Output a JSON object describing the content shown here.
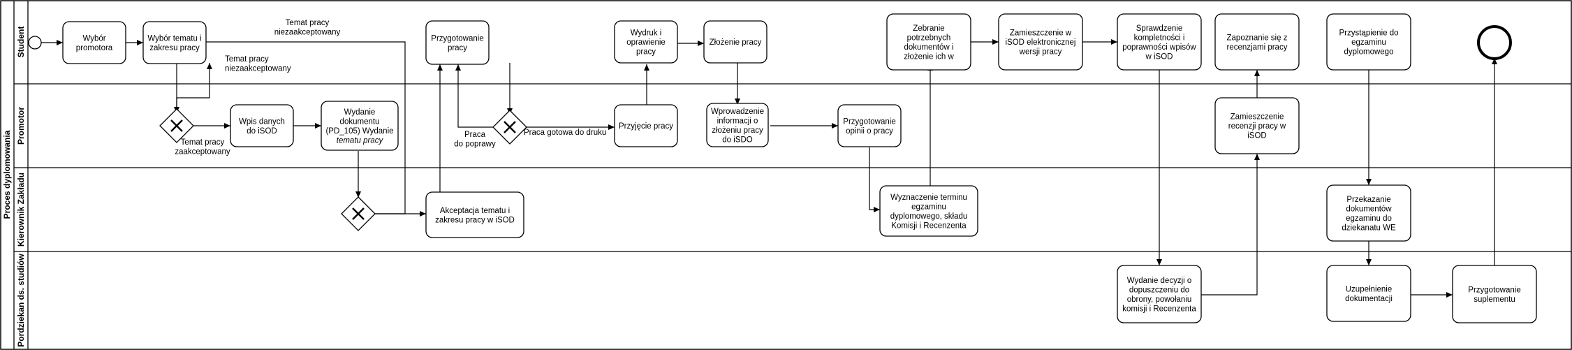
{
  "pool": {
    "title": "Proces dyplomowania"
  },
  "lanes": [
    {
      "id": "student",
      "label": "Student"
    },
    {
      "id": "promotor",
      "label": "Promotor"
    },
    {
      "id": "kierownik",
      "label": "Kierownik Zakładu"
    },
    {
      "id": "prodziekan",
      "label": "Pordziekan ds. studiów"
    }
  ],
  "tasks": [
    {
      "id": "t1",
      "lines": [
        "Wybór",
        "promotora"
      ]
    },
    {
      "id": "t2",
      "lines": [
        "Wybór tematu i",
        "zakresu pracy"
      ]
    },
    {
      "id": "t3",
      "lines": [
        "Wpis danych",
        "do iSOD"
      ]
    },
    {
      "id": "t4",
      "lines": [
        "Wydanie",
        "dokumentu",
        "(PD_105) Wydanie",
        "tematu pracy"
      ]
    },
    {
      "id": "t5",
      "lines": [
        "Akceptacja tematu i",
        "zakresu pracy w iSOD"
      ]
    },
    {
      "id": "t6",
      "lines": [
        "Przygotowanie",
        "pracy"
      ]
    },
    {
      "id": "t7",
      "lines": [
        "Przyjęcie pracy"
      ]
    },
    {
      "id": "t8",
      "lines": [
        "Wydruk i",
        "oprawienie",
        "pracy"
      ]
    },
    {
      "id": "t9",
      "lines": [
        "Złożenie pracy"
      ]
    },
    {
      "id": "t10",
      "lines": [
        "Wprowadzenie",
        "informacji o",
        "złożeniu pracy",
        "do iSDO"
      ]
    },
    {
      "id": "t11",
      "lines": [
        "Przygotowanie",
        "opinii o pracy"
      ]
    },
    {
      "id": "t12",
      "lines": [
        "Wyznaczenie terminu",
        "egzaminu",
        "dyplomowego, składu",
        "Komisji i Recenzenta"
      ]
    },
    {
      "id": "t13",
      "lines": [
        "Zebranie",
        "potrzebnych",
        "dokumentów i",
        "złożenie ich w"
      ]
    },
    {
      "id": "t14",
      "lines": [
        "Zamieszczenie w",
        "iSOD elektronicznej",
        "wersji pracy"
      ]
    },
    {
      "id": "t15",
      "lines": [
        "Sprawdzenie",
        "kompletności i",
        "poprawności wpisów",
        "w iSOD"
      ]
    },
    {
      "id": "t16",
      "lines": [
        "Wydanie decyzji o",
        "dopuszczeniu do",
        "obrony, powołaniu",
        "komisji i Recenzenta"
      ]
    },
    {
      "id": "t17",
      "lines": [
        "Zamieszczenie",
        "recenzji pracy w",
        "iSOD"
      ]
    },
    {
      "id": "t18",
      "lines": [
        "Zapoznanie się z",
        "recenzjami pracy"
      ]
    },
    {
      "id": "t19",
      "lines": [
        "Przystąpienie do",
        "egzaminu",
        "dyplomowego"
      ]
    },
    {
      "id": "t20",
      "lines": [
        "Przekazanie",
        "dokumentów",
        "egzaminu do",
        "dziekanatu WE"
      ]
    },
    {
      "id": "t21",
      "lines": [
        "Uzupełnienie",
        "dokumentacji"
      ]
    },
    {
      "id": "t22",
      "lines": [
        "Przygotowanie",
        "suplementu"
      ]
    }
  ],
  "labels": [
    {
      "id": "l1",
      "lines": [
        "Temat pracy",
        "niezaakceptowany"
      ]
    },
    {
      "id": "l2",
      "lines": [
        "Temat pracy",
        "niezaakceptowany"
      ]
    },
    {
      "id": "l3",
      "lines": [
        "Temat pracy",
        "zaakceptowany"
      ]
    },
    {
      "id": "l4",
      "lines": [
        "Praca",
        "do poprawy"
      ]
    },
    {
      "id": "l5",
      "lines": [
        "Praca gotowa do druku"
      ]
    }
  ]
}
